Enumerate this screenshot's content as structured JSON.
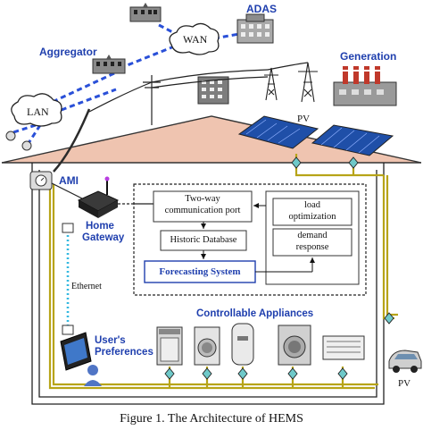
{
  "labels": {
    "adas": "ADAS",
    "wan": "WAN",
    "aggregator": "Aggregator",
    "generation": "Generation",
    "lan": "LAN",
    "pv_roof": "PV",
    "ami": "AMI",
    "home_gateway_line1": "Home",
    "home_gateway_line2": "Gateway",
    "ethernet": "Ethernet",
    "users_preferences_line1": "User's",
    "users_preferences_line2": "Preferences",
    "controllable_appliances": "Controllable Appliances",
    "pv_car": "PV"
  },
  "boxes": {
    "comm_port_line1": "Two-way",
    "comm_port_line2": "communication port",
    "historic_db": "Historic Database",
    "forecasting": "Forecasting System",
    "load_opt_line1": "load",
    "load_opt_line2": "optimization",
    "demand_line1": "demand",
    "demand_line2": "response"
  },
  "caption": "Figure 1.    The Architecture of HEMS"
}
